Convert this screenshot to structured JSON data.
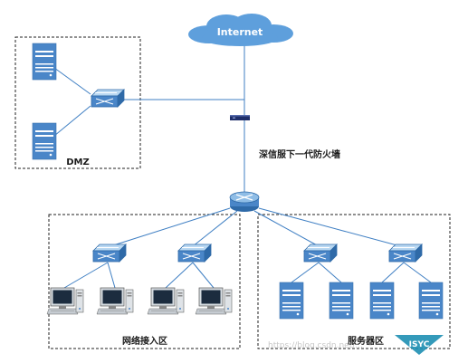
{
  "internet": {
    "label": "Internet"
  },
  "firewall": {
    "label": "深信服下一代防火墙"
  },
  "zones": {
    "dmz": {
      "label": "DMZ"
    },
    "access": {
      "label": "网络接入区"
    },
    "server": {
      "label": "服务器区"
    }
  },
  "watermark": {
    "text": "https://blog.csdn.net/...",
    "logo_text": "ISYC"
  },
  "colors": {
    "device_blue": "#4a86c8",
    "device_light": "#8fbde6",
    "cloud_blue": "#5e9fdc",
    "link_blue": "#3f7fc3",
    "firewall_navy": "#1f2f6b",
    "zone_border": "#222222"
  }
}
